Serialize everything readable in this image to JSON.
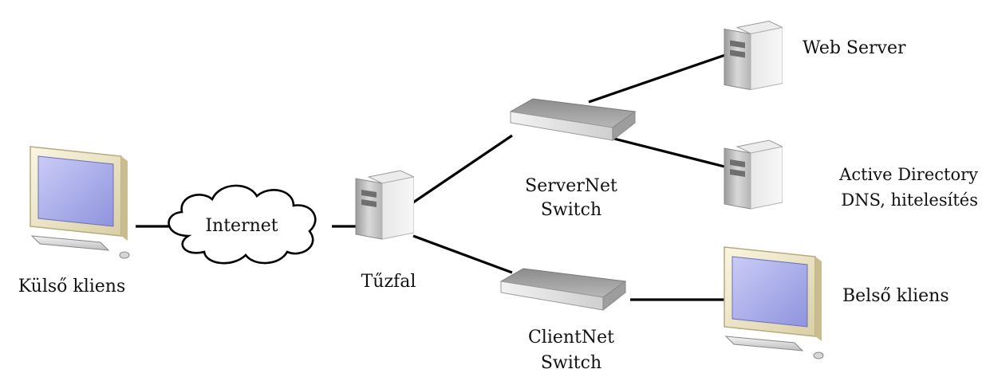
{
  "nodes": {
    "external_client": {
      "label": "Külső kliens"
    },
    "internet": {
      "label": "Internet"
    },
    "firewall": {
      "label": "Tűzfal"
    },
    "servernet_switch": {
      "line1": "ServerNet",
      "line2": "Switch"
    },
    "clientnet_switch": {
      "line1": "ClientNet",
      "line2": "Switch"
    },
    "web_server": {
      "label": "Web Server"
    },
    "ad_server": {
      "line1": "Active Directory",
      "line2": "DNS, hitelesítés"
    },
    "internal_client": {
      "label": "Belső kliens"
    }
  },
  "colors": {
    "link": "#000000",
    "screen": "#aeb2ee",
    "monitor_frame": "#f1ead0",
    "server_body": "#cfcfcf",
    "switch_top": "#bdbdbd"
  }
}
